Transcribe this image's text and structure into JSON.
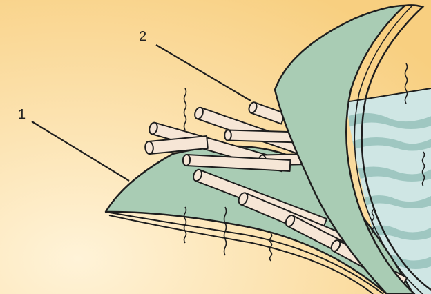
{
  "colors": {
    "background_light": "#fff3d8",
    "background_warm": "#f8cf80",
    "sheet_fill": "#a9ccb4",
    "sheet_fill_light": "#c3ddc7",
    "cut_face": "#cfe6e4",
    "cut_face_mottle": "#9fc7c1",
    "fiber_fill": "#f6e6d6",
    "outline": "#1e1e1e"
  },
  "callouts": [
    {
      "label": "1",
      "target": "bottom-sheet"
    },
    {
      "label": "2",
      "target": "fiber-bundle"
    }
  ],
  "icons": {
    "fiber": "cylindrical-fiber",
    "squiggle": "wavy-tick-mark"
  }
}
